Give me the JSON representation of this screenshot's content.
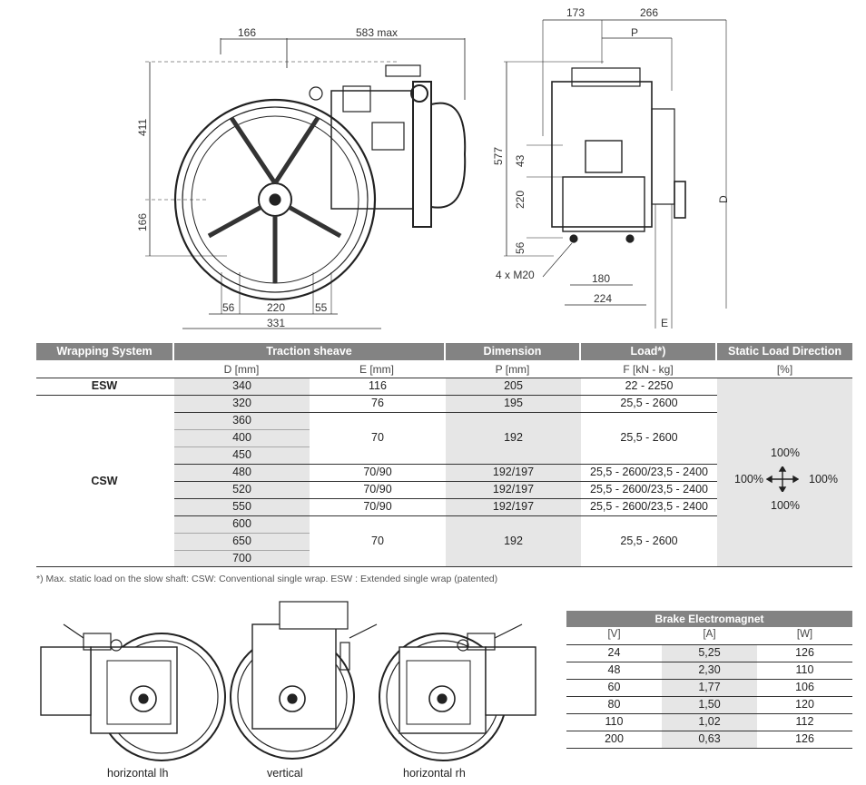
{
  "top_dims": {
    "side": {
      "d166_top": "166",
      "d583": "583 max",
      "d411": "411",
      "d166_left": "166",
      "d56": "56",
      "d220": "220",
      "d55": "55",
      "d331": "331"
    },
    "front": {
      "d173": "173",
      "d266": "266",
      "dP": "P",
      "d577": "577",
      "d43": "43",
      "d220": "220",
      "d56": "56",
      "dD": "D",
      "d4xM20": "4 x M20",
      "d180": "180",
      "d224": "224",
      "dE": "E"
    }
  },
  "spec_table": {
    "headers": [
      "Wrapping System",
      "Traction sheave",
      "Dimension",
      "Load*)",
      "Static Load Direction"
    ],
    "subheaders": [
      "D [mm]",
      "E [mm]",
      "P [mm]",
      "F [kN - kg]",
      "[%]"
    ],
    "esw": {
      "label": "ESW",
      "D": "340",
      "E": "116",
      "P": "205",
      "F": "22 - 2250"
    },
    "csw_label": "CSW",
    "csw_D": [
      "320",
      "360",
      "400",
      "450",
      "480",
      "520",
      "550",
      "600",
      "650",
      "700"
    ],
    "csw_groups": [
      {
        "E": "76",
        "P": "195",
        "F": "25,5 - 2600"
      },
      {
        "E": "70",
        "P": "192",
        "F": "25,5 - 2600"
      },
      {
        "E": "70/90",
        "P": "192/197",
        "F": "25,5 - 2600/23,5 - 2400"
      },
      {
        "E": "70/90",
        "P": "192/197",
        "F": "25,5 - 2600/23,5 - 2400"
      },
      {
        "E": "70/90",
        "P": "192/197",
        "F": "25,5 - 2600/23,5 - 2400"
      },
      {
        "E": "70",
        "P": "192",
        "F": "25,5 - 2600"
      }
    ],
    "static_load": {
      "up": "100%",
      "left": "100%",
      "right": "100%",
      "down": "100%"
    }
  },
  "footnote": "*) Max. static load on the slow shaft: CSW: Conventional single wrap. ESW : Extended single wrap (patented)",
  "brake_table": {
    "title": "Brake Electromagnet",
    "subheaders": [
      "[V]",
      "[A]",
      "[W]"
    ],
    "rows": [
      [
        "24",
        "5,25",
        "126"
      ],
      [
        "48",
        "2,30",
        "110"
      ],
      [
        "60",
        "1,77",
        "106"
      ],
      [
        "80",
        "1,50",
        "120"
      ],
      [
        "110",
        "1,02",
        "112"
      ],
      [
        "200",
        "0,63",
        "126"
      ]
    ]
  },
  "mountings": [
    "horizontal lh",
    "vertical",
    "horizontal rh"
  ]
}
